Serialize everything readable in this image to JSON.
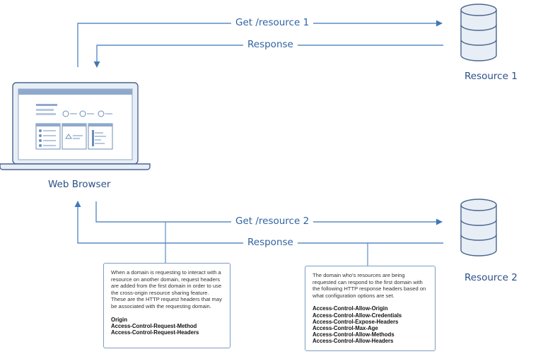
{
  "nodes": {
    "resource1": "Resource 1",
    "resource2": "Resource 2",
    "browser": "Web Browser"
  },
  "arrows": {
    "get1": "Get /resource 1",
    "response1": "Response",
    "get2": "Get /resource 2",
    "response2": "Response"
  },
  "notes": {
    "request": {
      "text": "When a domain is requesting to interact with a resource on another domain, request headers are added from the first domain in order to use the cross-origin resource sharing feature. These are the HTTP request headers that may be associated with the requesting domain.",
      "headers": [
        "Origin",
        "Access-Control-Request-Method",
        "Access-Control-Request-Headers"
      ]
    },
    "response": {
      "text": "The domain who's resources are being requested can respond to the first domain with the following HTTP response headers based on what configuration options are set.",
      "headers": [
        "Access-Control-Allow-Origin",
        "Access-Control-Allow-Credentials",
        "Access-Control-Expose-Headers",
        "Access-Control-Max-Age",
        "Access-Control-Allow-Methods",
        "Access-Control-Allow-Headers"
      ]
    }
  },
  "colors": {
    "line": "#5b8cc4",
    "accent": "#2f63a3",
    "stroke": "#4a6690",
    "fill": "#e8eef6"
  }
}
